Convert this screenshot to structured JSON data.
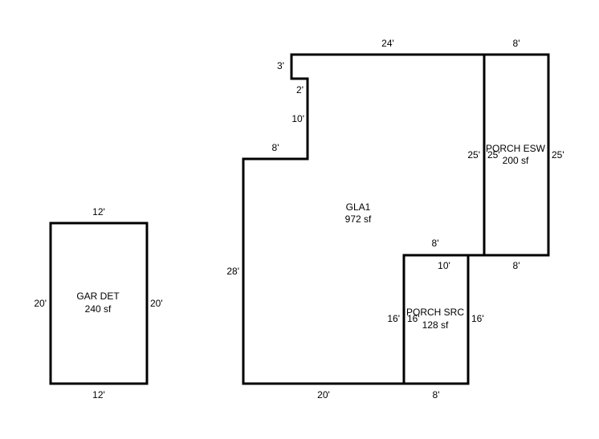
{
  "colors": {
    "background": "#ffffff",
    "line": "#000000",
    "text": "#000000"
  },
  "areas": {
    "gla1": {
      "name": "GLA1",
      "area": "972 sf"
    },
    "porch_esw": {
      "name": "PORCH ESW",
      "area": "200 sf"
    },
    "porch_src": {
      "name": "PORCH SRC",
      "area": "128 sf"
    },
    "gar_det": {
      "name": "GAR DET",
      "area": "240 sf"
    }
  },
  "dimensions": {
    "gla1": {
      "top": "24'",
      "step_top": "3'",
      "step_in": "2'",
      "step_side": "10'",
      "step_bottom": "8'",
      "left": "28'",
      "bottom": "20'",
      "notch_top": "8'",
      "right": "25'"
    },
    "porch_esw": {
      "top": "8'",
      "left": "25'",
      "right": "25'",
      "bottom": "8'"
    },
    "porch_src": {
      "top": "10'",
      "left": "16'",
      "outer_left": "16'",
      "right": "16'",
      "bottom": "8'"
    },
    "gar_det": {
      "top": "12'",
      "left": "20'",
      "right": "20'",
      "bottom": "12'"
    }
  }
}
